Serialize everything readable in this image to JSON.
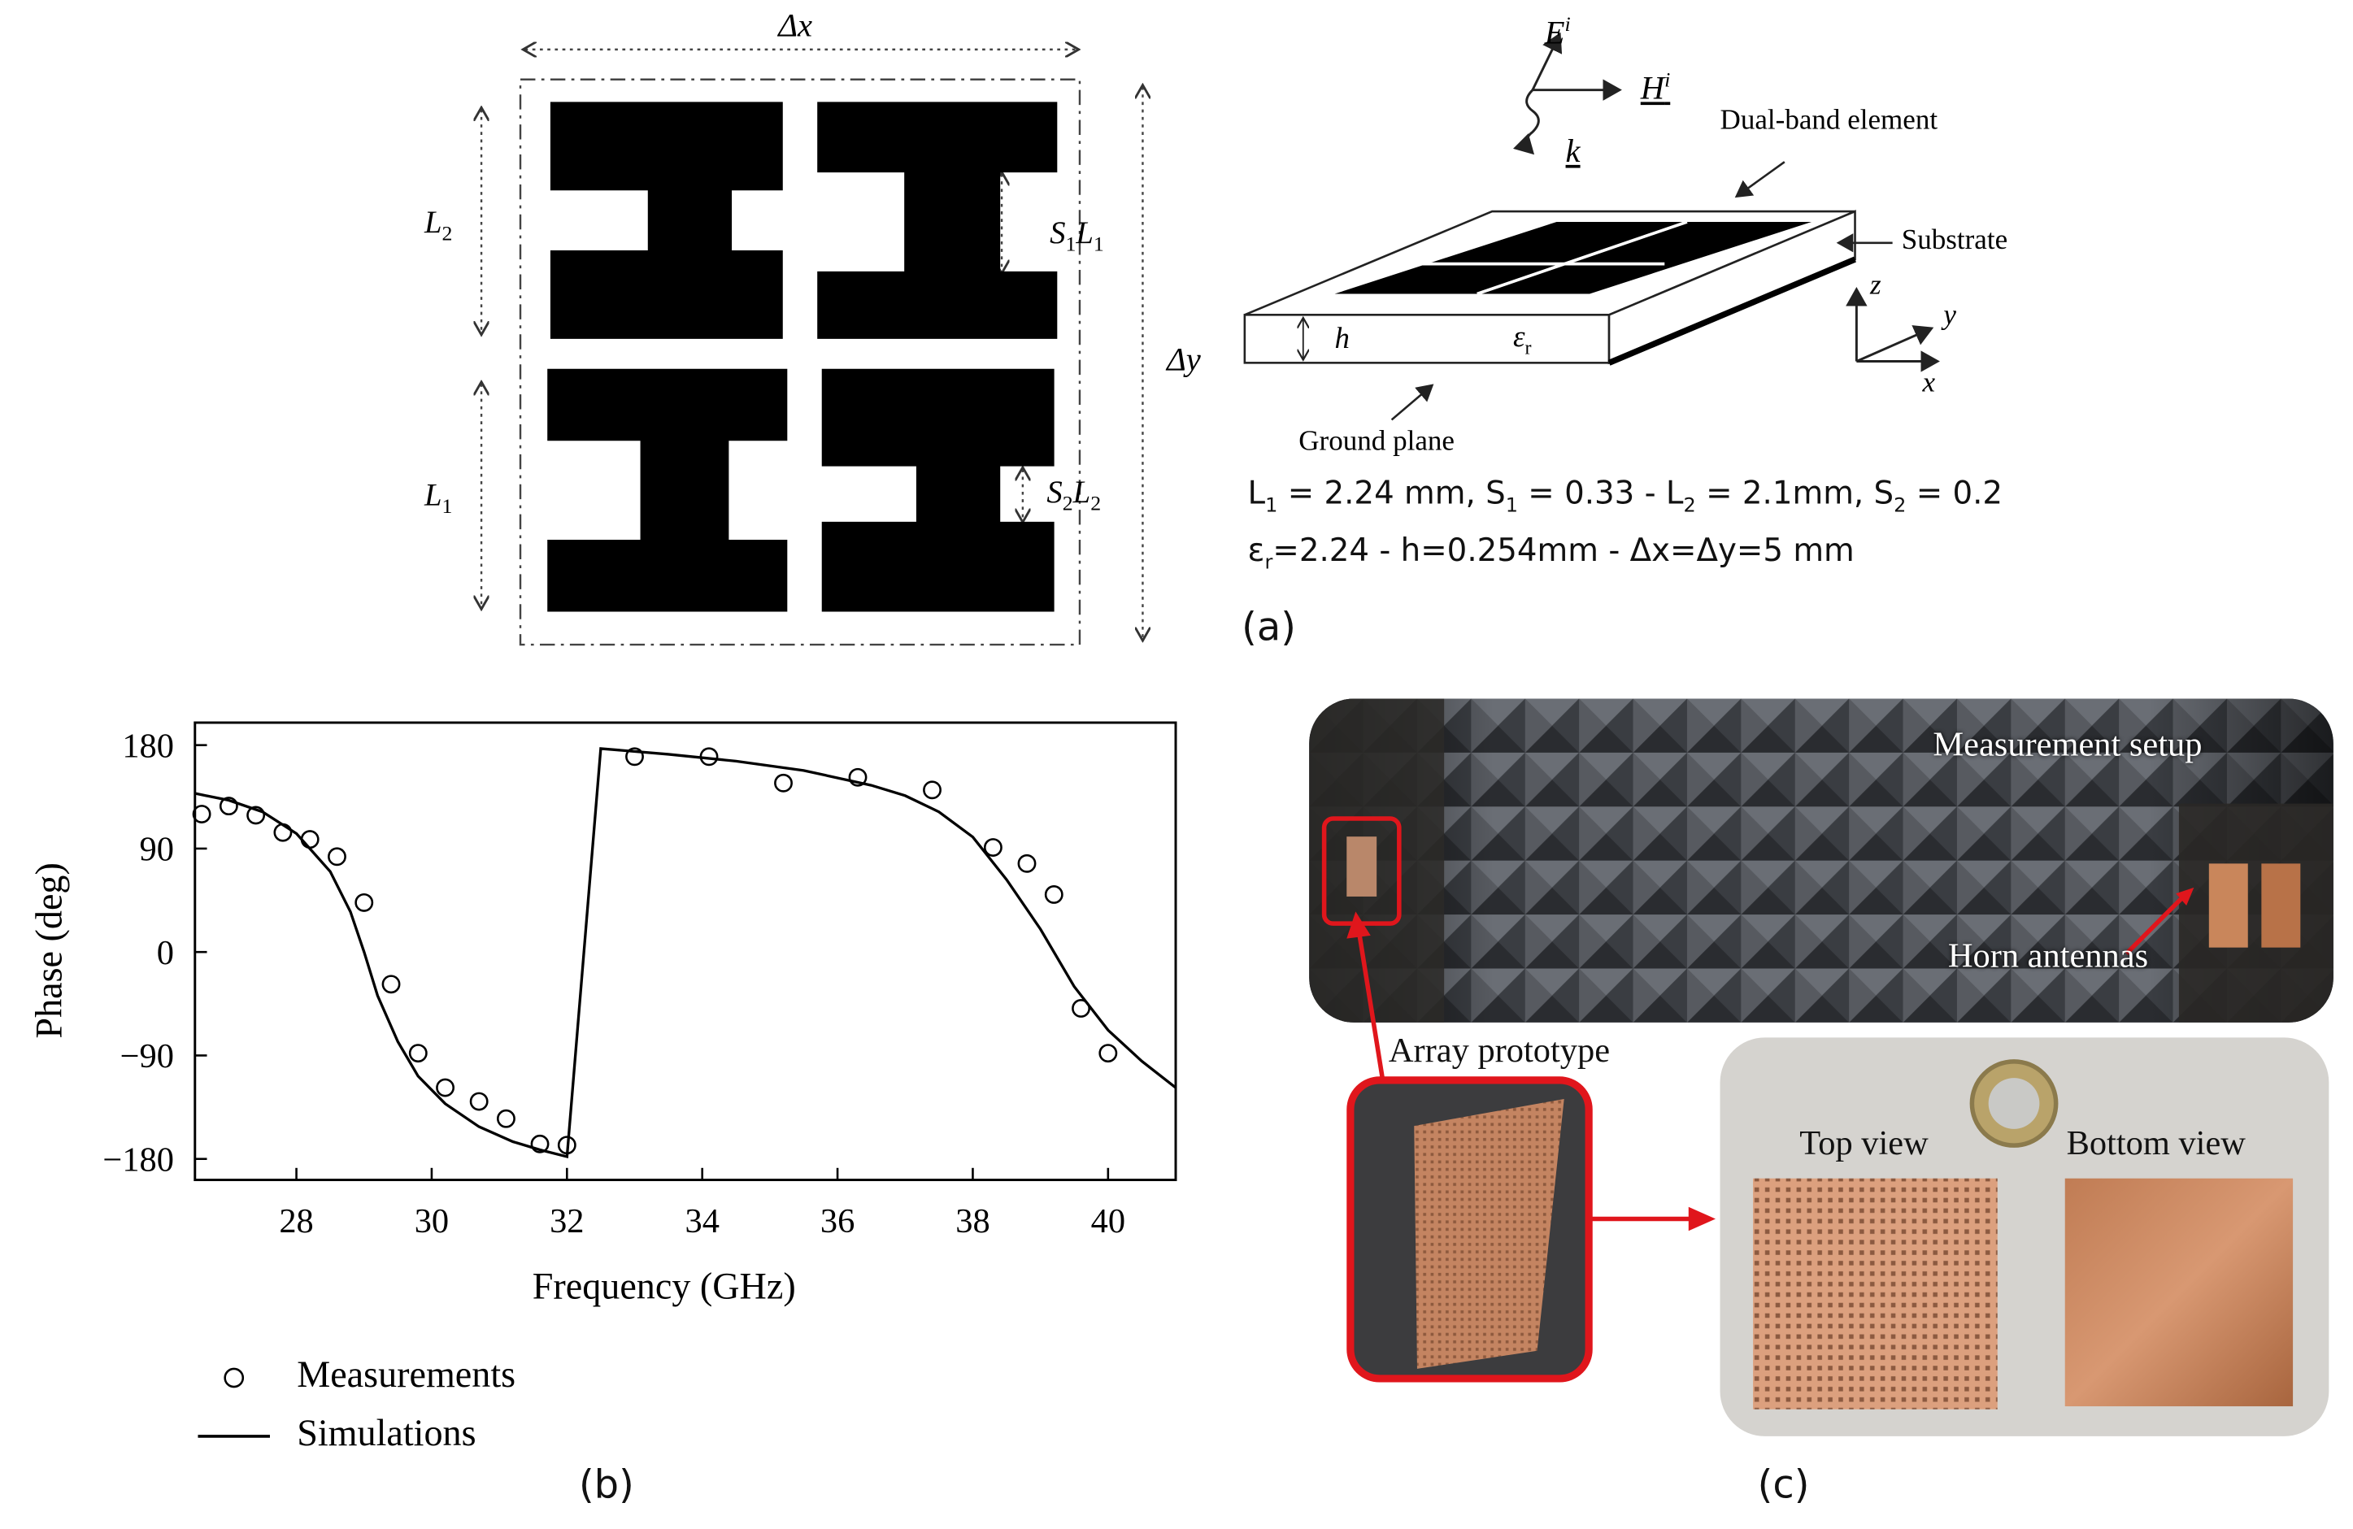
{
  "panel_labels": {
    "a": "(a)",
    "b": "(b)",
    "c": "(c)"
  },
  "unit_cell": {
    "dx_label": "Δx",
    "dy_label": "Δy",
    "l1_label": "L",
    "l1_sub": "1",
    "l2_label": "L",
    "l2_sub": "2",
    "s1l1_a": "S",
    "s1l1_sub_a": "1",
    "s1l1_b": "L",
    "s1l1_sub_b": "1",
    "s2l2_a": "S",
    "s2l2_sub_a": "2",
    "s2l2_b": "L",
    "s2l2_sub_b": "2"
  },
  "stack": {
    "ei_label": "E",
    "ei_sup": "i",
    "hi_label": "H",
    "hi_sup": "i",
    "k_label": "k",
    "dual_band": "Dual-band element",
    "substrate": "Substrate",
    "ground_plane": "Ground plane",
    "h_label": "h",
    "er_label": "ε",
    "er_sub": "r",
    "axis_x": "x",
    "axis_y": "y",
    "axis_z": "z"
  },
  "params": {
    "l1": "L",
    "l1_sub": "1",
    "l1_val": " = 2.24 mm, S",
    "s1_sub": "1",
    "s1_val": " = 0.33 - L",
    "l2_sub": "2",
    "l2_val": " = 2.1mm, S",
    "s2_sub": "2",
    "s2_val": " = 0.2",
    "er": "ε",
    "er_sub": "r",
    "er_val": "=2.24 - h=0.254mm -  Δx=Δy=5 mm"
  },
  "chart_data": {
    "type": "line",
    "xlabel": "Frequency (GHz)",
    "ylabel": "Phase (deg)",
    "xlim": [
      26.5,
      41
    ],
    "ylim": [
      -180,
      180
    ],
    "xticks": [
      28,
      30,
      32,
      34,
      36,
      38,
      40
    ],
    "yticks": [
      180,
      90,
      0,
      -90,
      -180
    ],
    "ytick_labels": [
      "180",
      "90",
      "0",
      "−90",
      "−180"
    ],
    "legend_position": "bottom-left, below plot",
    "series": [
      {
        "name": "Measurements",
        "style": "markers-open-circle",
        "x": [
          26.6,
          27.0,
          27.4,
          27.8,
          28.2,
          28.6,
          29.0,
          29.4,
          29.8,
          30.2,
          30.7,
          31.1,
          31.6,
          32.0,
          33.0,
          34.1,
          35.2,
          36.3,
          37.4,
          38.3,
          38.8,
          39.2,
          39.6,
          40.0
        ],
        "y": [
          120,
          127,
          119,
          104,
          98,
          83,
          43,
          -28,
          -88,
          -118,
          -130,
          -145,
          -167,
          -168,
          170,
          170,
          147,
          152,
          141,
          91,
          77,
          50,
          -49,
          -88
        ]
      },
      {
        "name": "Simulations",
        "style": "line-solid",
        "x": [
          26.5,
          27.0,
          27.5,
          28.0,
          28.5,
          28.8,
          29.0,
          29.2,
          29.5,
          29.8,
          30.2,
          30.7,
          31.2,
          31.6,
          32.0,
          32.5,
          33.5,
          34.5,
          35.5,
          36.5,
          37.0,
          37.5,
          38.0,
          38.5,
          39.0,
          39.5,
          40.0,
          40.5,
          41.0
        ],
        "y": [
          138,
          132,
          122,
          103,
          70,
          35,
          0,
          -38,
          -78,
          -108,
          -132,
          -152,
          -165,
          -172,
          -178,
          177,
          172,
          166,
          158,
          145,
          136,
          122,
          100,
          63,
          20,
          -30,
          -68,
          -95,
          -118
        ]
      }
    ]
  },
  "legend": {
    "measurements": "Measurements",
    "simulations": "Simulations"
  },
  "photos": {
    "measurement_setup": "Measurement setup",
    "horn_antennas": "Horn antennas",
    "array_prototype": "Array prototype",
    "top_view": "Top view",
    "bottom_view": "Bottom view"
  },
  "colors": {
    "highlight_red": "#e0161c",
    "copper": "#c98a62",
    "chamber": "#3a3c40"
  }
}
